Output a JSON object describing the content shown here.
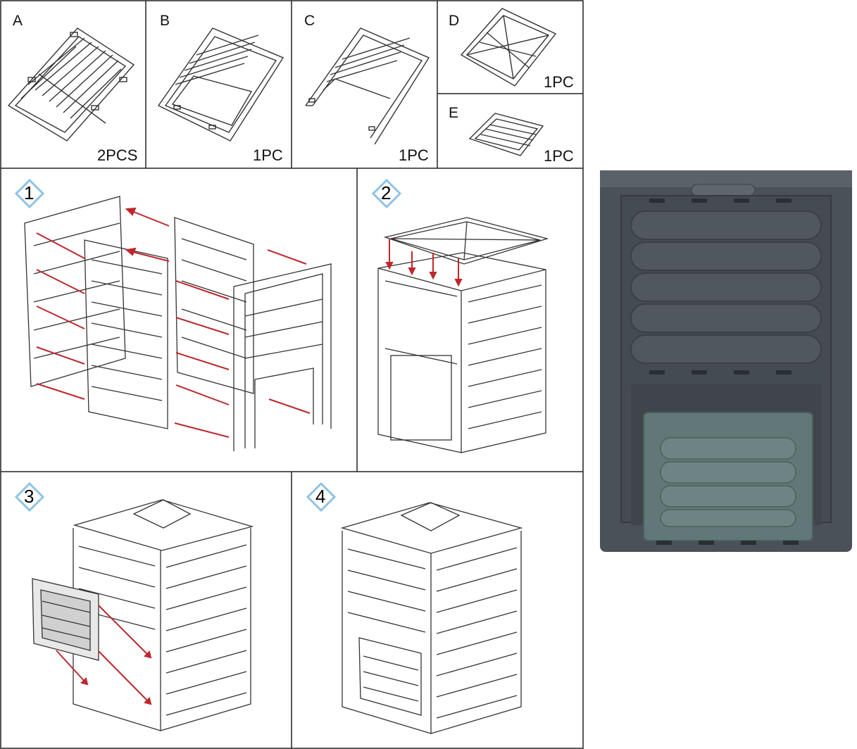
{
  "parts": [
    {
      "letter": "A",
      "qty": "2PCS",
      "icon": "side-panel-icon"
    },
    {
      "letter": "B",
      "qty": "1PC",
      "icon": "door-frame-panel-icon"
    },
    {
      "letter": "C",
      "qty": "1PC",
      "icon": "open-frame-panel-icon"
    },
    {
      "letter": "D",
      "qty": "1PC",
      "icon": "lid-icon"
    },
    {
      "letter": "E",
      "qty": "1PC",
      "icon": "small-door-icon"
    }
  ],
  "steps": [
    {
      "number": "1",
      "illustration": "assemble-four-walls"
    },
    {
      "number": "2",
      "illustration": "attach-lid"
    },
    {
      "number": "3",
      "illustration": "insert-door"
    },
    {
      "number": "4",
      "illustration": "finished-composter"
    }
  ],
  "colors": {
    "arrow": "#c0262d",
    "badge_border": "#8fc3e6",
    "line": "#333333",
    "bin_body": "#4a5158",
    "bin_door": "#627878"
  }
}
